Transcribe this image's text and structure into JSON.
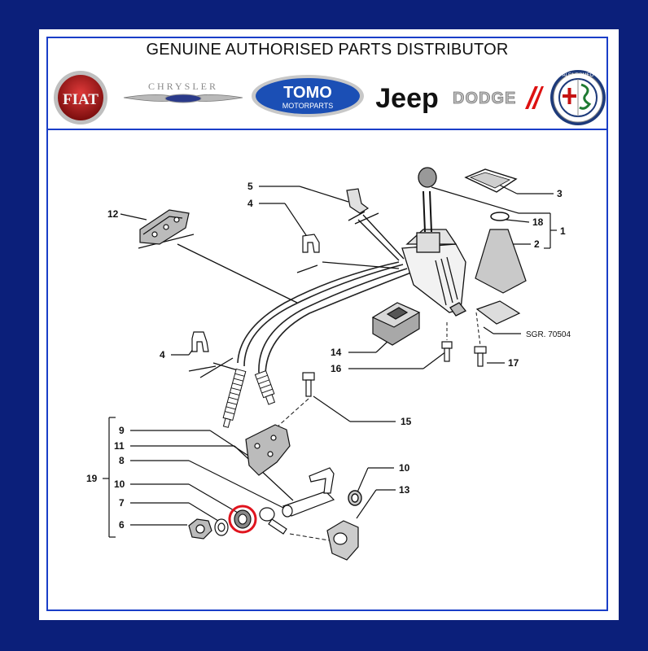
{
  "banner": {
    "title": "GENUINE AUTHORISED PARTS DISTRIBUTOR",
    "logos": [
      {
        "name": "fiat-logo",
        "text": "FIAT"
      },
      {
        "name": "chrysler-logo",
        "text": "CHRYSLER"
      },
      {
        "name": "tomo-logo",
        "text": "TOMO",
        "subtext": "MOTORPARTS"
      },
      {
        "name": "jeep-logo",
        "text": "Jeep"
      },
      {
        "name": "dodge-logo",
        "text": "DODGE"
      },
      {
        "name": "alfa-romeo-logo",
        "text": "ALFA ROMEO"
      }
    ]
  },
  "diagram": {
    "reference": "SGR. 70504",
    "callouts": {
      "c1": "1",
      "c2": "2",
      "c3": "3",
      "c4a": "4",
      "c4b": "4",
      "c5": "5",
      "c6": "6",
      "c7": "7",
      "c8": "8",
      "c9": "9",
      "c10a": "10",
      "c10b": "10",
      "c11": "11",
      "c12": "12",
      "c13": "13",
      "c14": "14",
      "c15": "15",
      "c16": "16",
      "c17": "17",
      "c18": "18",
      "c19": "19"
    },
    "highlight_color": "#e0141e"
  },
  "colors": {
    "background": "#0b1f7a",
    "border": "#1a3ec8",
    "tomo_blue": "#1b4fb5"
  }
}
